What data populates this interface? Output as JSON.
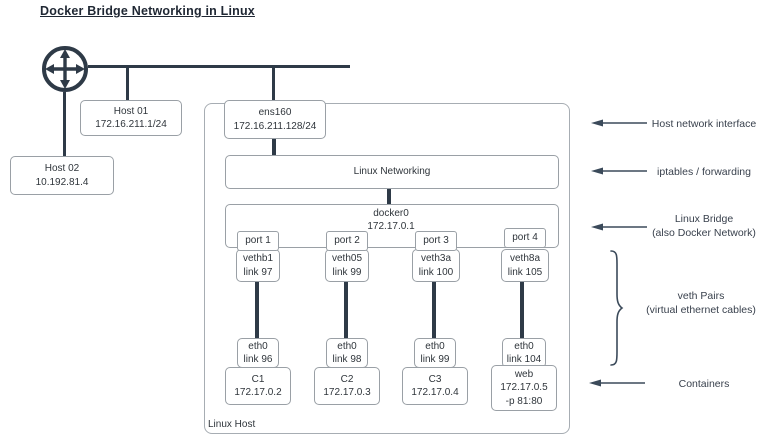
{
  "title": "Docker Bridge Networking in Linux",
  "colors": {
    "line": "#2e3a47",
    "box_border": "#9aa0a6",
    "text": "#2f353b"
  },
  "external": {
    "host01": {
      "name": "Host 01",
      "ip": "172.16.211.1/24"
    },
    "host02": {
      "name": "Host 02",
      "ip": "10.192.81.4"
    }
  },
  "linux_host": {
    "label": "Linux Host",
    "interface": {
      "name": "ens160",
      "ip": "172.16.211.128/24"
    },
    "networking": {
      "label": "Linux Networking"
    },
    "bridge": {
      "name": "docker0",
      "ip": "172.17.0.1",
      "ports": [
        {
          "label": "port 1"
        },
        {
          "label": "port 2"
        },
        {
          "label": "port 3"
        },
        {
          "label": "port 4"
        }
      ]
    },
    "veth_host_ends": [
      {
        "name": "vethb1",
        "link": "link 97"
      },
      {
        "name": "veth05",
        "link": "link 99"
      },
      {
        "name": "veth3a",
        "link": "link 100"
      },
      {
        "name": "veth8a",
        "link": "link 105"
      }
    ],
    "veth_container_ends": [
      {
        "name": "eth0",
        "link": "link 96"
      },
      {
        "name": "eth0",
        "link": "link 98"
      },
      {
        "name": "eth0",
        "link": "link 99"
      },
      {
        "name": "eth0",
        "link": "link 104"
      }
    ],
    "containers": [
      {
        "name": "C1",
        "ip": "172.17.0.2"
      },
      {
        "name": "C2",
        "ip": "172.17.0.3"
      },
      {
        "name": "C3",
        "ip": "172.17.0.4"
      },
      {
        "name": "web",
        "ip": "172.17.0.5",
        "ports": "-p 81:80"
      }
    ]
  },
  "annotations": {
    "host_interface": {
      "line1": "Host network interface"
    },
    "iptables": {
      "line1": "iptables / forwarding"
    },
    "bridge": {
      "line1": "Linux Bridge",
      "line2": "(also Docker Network)"
    },
    "veth_pairs": {
      "line1": "veth Pairs",
      "line2": "(virtual ethernet cables)"
    },
    "containers": {
      "line1": "Containers"
    }
  }
}
